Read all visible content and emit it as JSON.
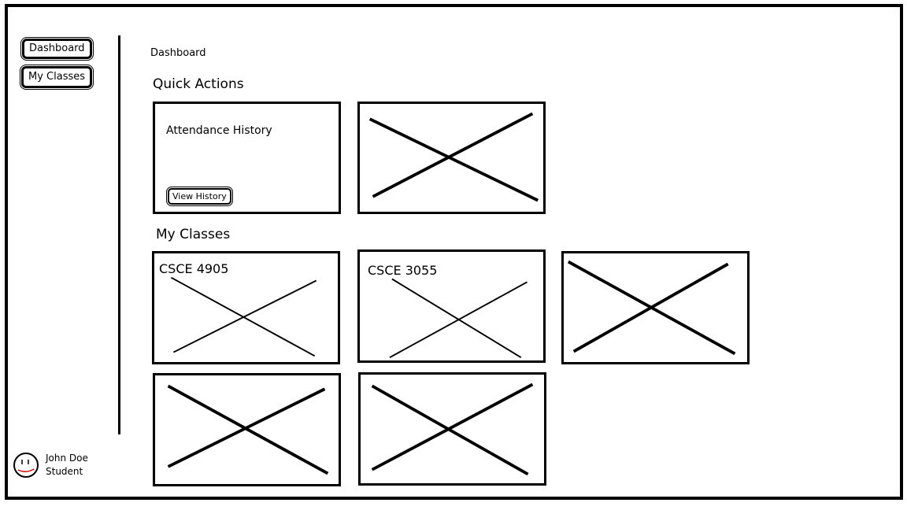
{
  "sidebar": {
    "items": [
      {
        "label": "Dashboard"
      },
      {
        "label": "My Classes"
      }
    ],
    "user": {
      "name": "John Doe",
      "role": "Student"
    }
  },
  "main": {
    "breadcrumb": "Dashboard",
    "quick_actions": {
      "title": "Quick Actions",
      "card": {
        "title": "Attendance History",
        "button_label": "View History"
      }
    },
    "my_classes": {
      "title": "My Classes",
      "classes": [
        {
          "code": "CSCE 4905"
        },
        {
          "code": "CSCE 3055"
        }
      ]
    }
  }
}
